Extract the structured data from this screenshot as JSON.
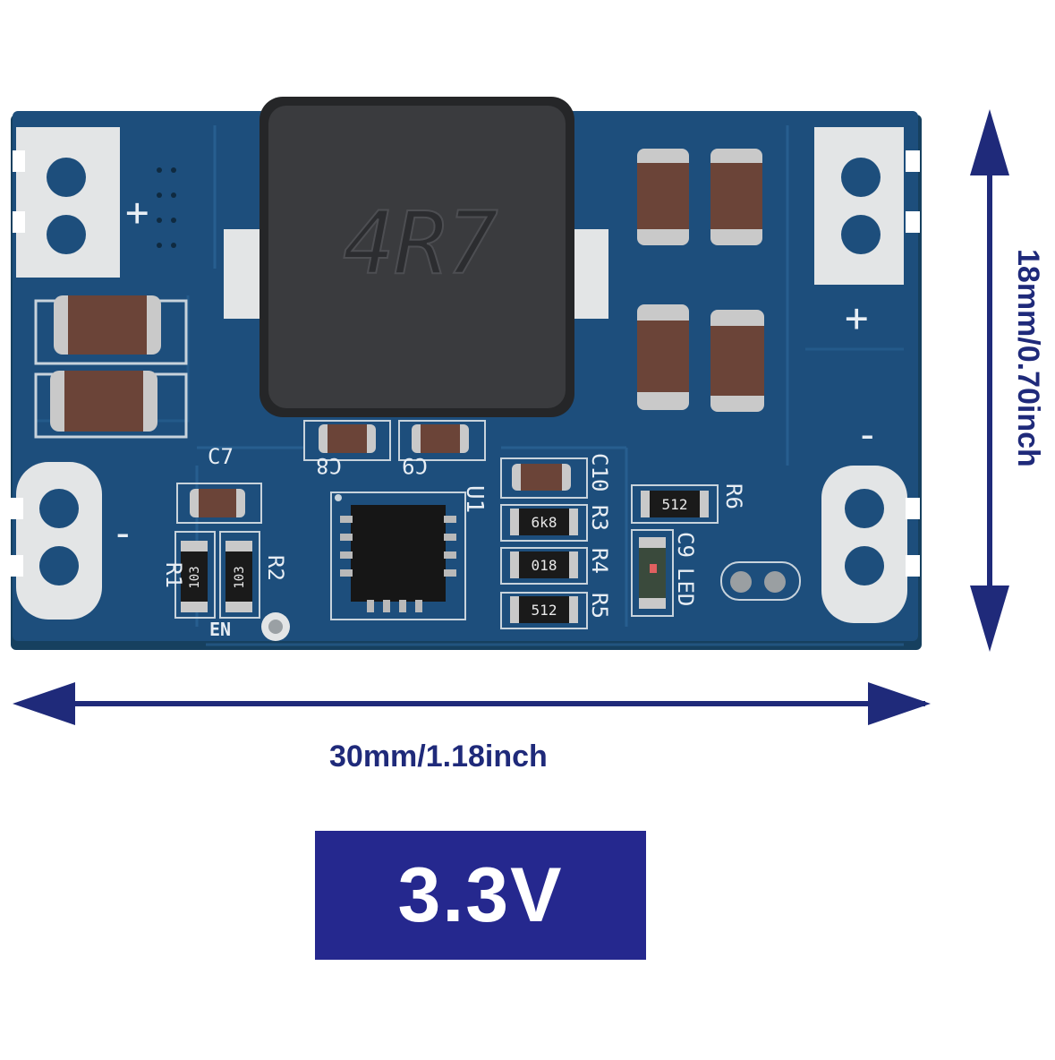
{
  "dimensions": {
    "width": "30mm/1.18inch",
    "height": "18mm/0.70inch"
  },
  "voltage": "3.3V",
  "board": {
    "inductor_marking": "4R7",
    "silkscreen": {
      "c7": "C7",
      "c8": "C8",
      "c9": "C9",
      "c10": "C10",
      "r1": "R1",
      "r2": "R2",
      "r3": "R3",
      "r4": "R4",
      "r5": "R5",
      "r6": "R6",
      "c9_led": "C9",
      "led": "LED",
      "en": "EN",
      "u1": "U1",
      "plus_left": "+",
      "plus_right": "+",
      "minus_left": "-",
      "minus_right": "-"
    },
    "resistor_codes": {
      "r1": "103",
      "r2": "103",
      "r3": "6k8",
      "r4": "018",
      "r5": "512",
      "r6": "512"
    }
  },
  "colors": {
    "pcb": "#1d4e7c",
    "pad": "#e3e5e6",
    "inductor": "#2f3032",
    "capacitor": "#6b4438",
    "accent": "#1f2a7a",
    "badge": "#25288e"
  }
}
